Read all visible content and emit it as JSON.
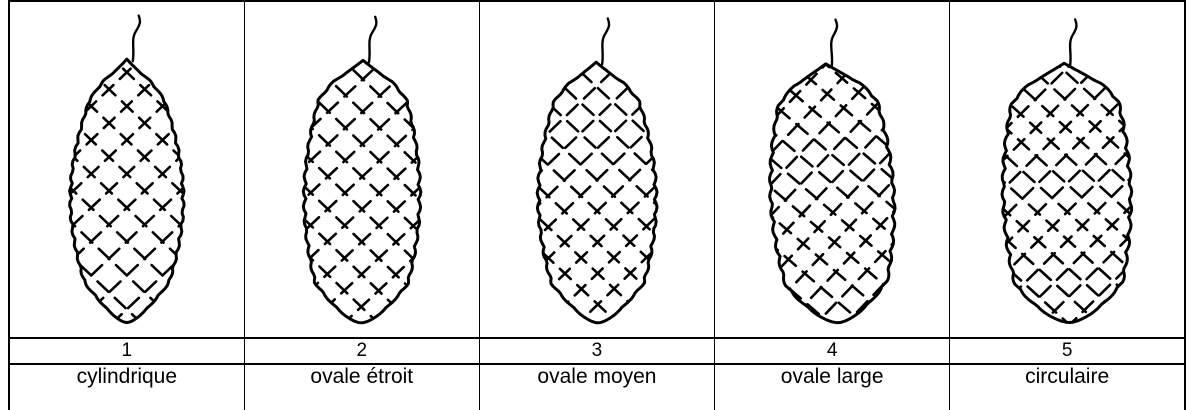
{
  "shapes": [
    {
      "number": "1",
      "label": "cylindrique"
    },
    {
      "number": "2",
      "label": "ovale étroit"
    },
    {
      "number": "3",
      "label": "ovale moyen"
    },
    {
      "number": "4",
      "label": "ovale large"
    },
    {
      "number": "5",
      "label": "circulaire"
    }
  ]
}
